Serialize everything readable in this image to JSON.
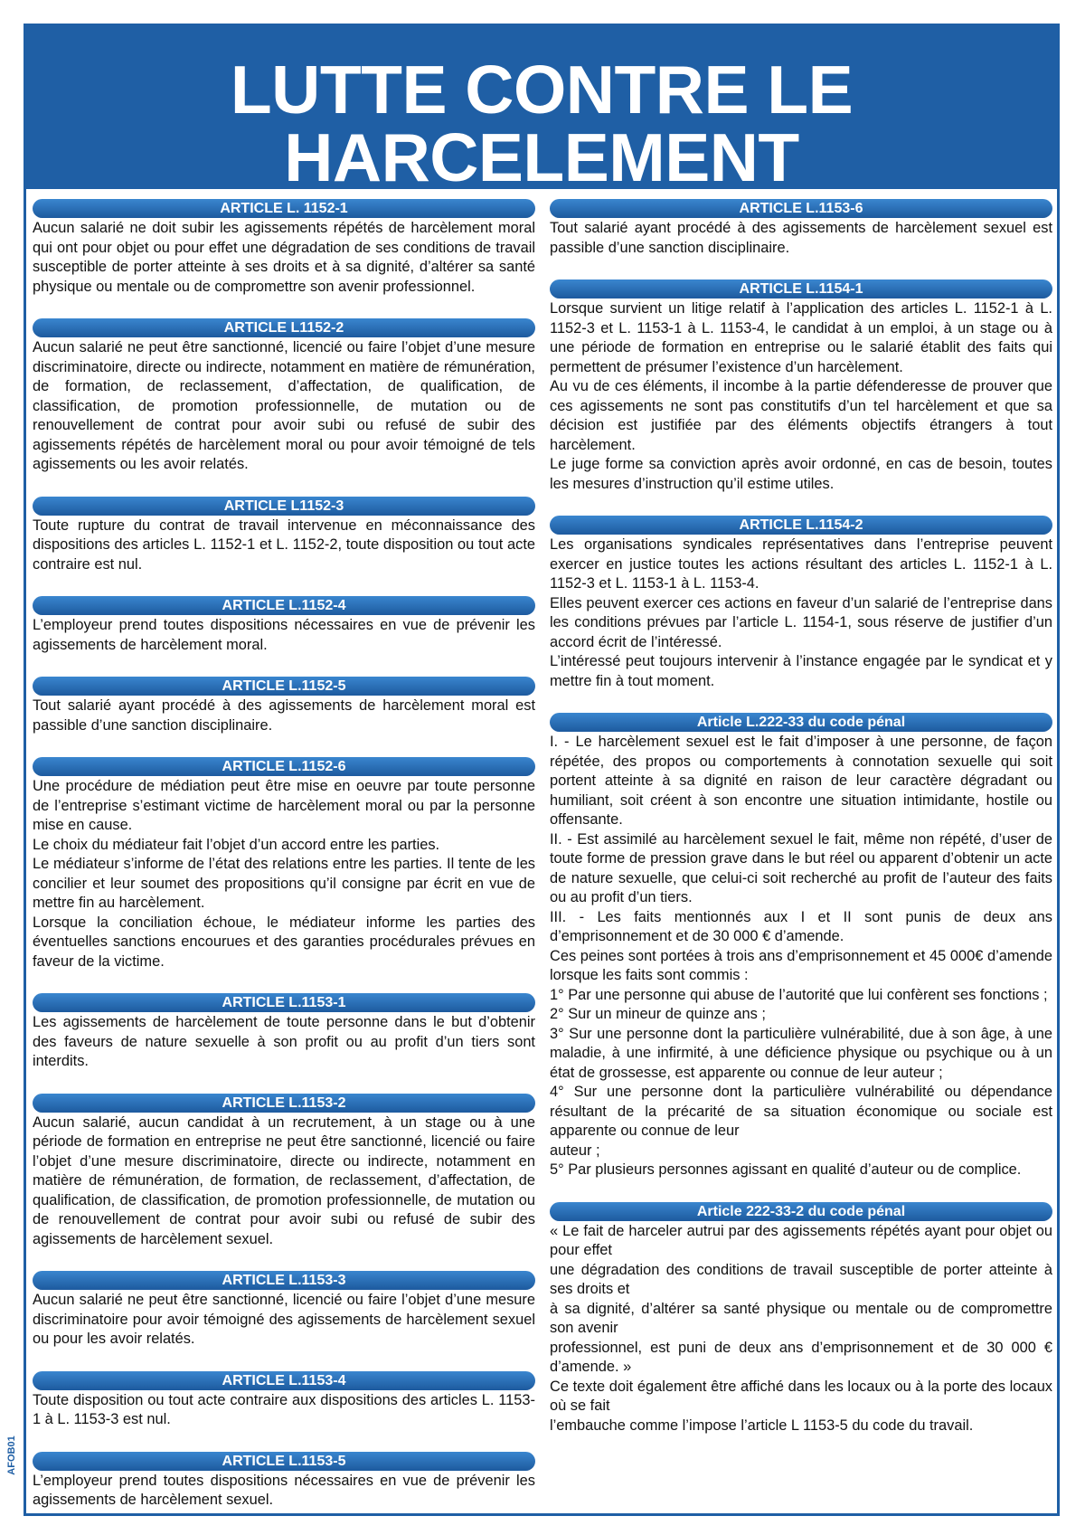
{
  "header": {
    "title": "LUTTE CONTRE LE HARCELEMENT",
    "subtitle": "ARTICLES L 1152-1 À L 1154-2 DU CODE DU TRAVAIL"
  },
  "left": [
    {
      "title": "ARTICLE L. 1152-1",
      "paragraphs": [
        "Aucun salarié ne doit subir les agissements répétés de harcèlement moral qui ont pour objet ou pour effet une dégradation de ses conditions de travail susceptible de porter atteinte à ses droits et à sa dignité, d’altérer sa santé physique ou mentale ou de compromettre son avenir professionnel."
      ]
    },
    {
      "title": "ARTICLE L1152-2",
      "paragraphs": [
        "Aucun salarié ne peut être sanctionné, licencié ou faire l’objet d’une mesure discriminatoire, directe ou indirecte, notamment en matière de rémunération, de formation, de reclassement, d’affectation, de qualification, de classification, de promotion professionnelle, de mutation ou de renouvellement de contrat pour avoir subi ou refusé de subir des agissements répétés de harcèlement moral ou pour avoir témoigné de tels agissements ou les avoir relatés."
      ]
    },
    {
      "title": "ARTICLE L1152-3",
      "paragraphs": [
        "Toute rupture du contrat de travail intervenue en méconnaissance des dispositions des articles L. 1152-1 et L. 1152-2, toute disposition ou tout acte contraire est nul."
      ]
    },
    {
      "title": "ARTICLE L.1152-4",
      "paragraphs": [
        "L’employeur prend toutes dispositions nécessaires en vue de prévenir les agissements de harcèlement moral."
      ]
    },
    {
      "title": "ARTICLE L.1152-5",
      "paragraphs": [
        "Tout salarié ayant procédé à des agissements de harcèlement moral est passible d’une sanction disciplinaire."
      ]
    },
    {
      "title": "ARTICLE L.1152-6",
      "paragraphs": [
        "Une procédure de médiation peut être mise en oeuvre par toute personne de l’entreprise s’estimant victime de harcèlement moral ou par la personne mise en cause.",
        "Le choix du médiateur fait l’objet d’un accord entre les parties.",
        "Le médiateur s’informe de l’état des relations entre les parties. Il tente de les concilier et leur soumet des propositions qu’il consigne par écrit en vue de mettre fin au harcèlement.",
        "Lorsque la conciliation échoue, le médiateur informe les parties des éventuelles sanctions encourues et des garanties procédurales prévues en faveur de la victime."
      ]
    },
    {
      "title": "ARTICLE L.1153-1",
      "paragraphs": [
        "Les agissements de harcèlement de toute personne dans le but d’obtenir des faveurs de nature sexuelle à son profit ou au profit d’un tiers sont interdits."
      ]
    },
    {
      "title": "ARTICLE L.1153-2",
      "paragraphs": [
        "Aucun salarié, aucun candidat à un recrutement, à un stage ou à une période de formation en entreprise ne peut être sanctionné, licencié ou faire l’objet d’une mesure discriminatoire, directe ou indirecte, notamment en matière de rémunération, de formation, de reclassement, d’affectation, de qualification, de classification, de promotion professionnelle, de mutation ou de renouvellement de contrat pour avoir subi ou refusé de subir des agissements de harcèlement sexuel."
      ]
    },
    {
      "title": "ARTICLE L.1153-3",
      "paragraphs": [
        "Aucun salarié ne peut être sanctionné, licencié ou faire l’objet d’une mesure discriminatoire pour avoir témoigné des agissements de harcèlement sexuel ou pour les avoir relatés."
      ]
    },
    {
      "title": "ARTICLE L.1153-4",
      "paragraphs": [
        "Toute disposition ou tout acte contraire aux dispositions des articles L. 1153-1 à L. 1153-3 est nul."
      ]
    },
    {
      "title": "ARTICLE L.1153-5",
      "paragraphs": [
        "L’employeur prend toutes dispositions nécessaires en vue de prévenir les agissements de harcèlement sexuel."
      ]
    }
  ],
  "right": [
    {
      "title": "ARTICLE L.1153-6",
      "paragraphs": [
        "Tout salarié ayant procédé à des agissements de harcèlement sexuel est passible d’une sanction disciplinaire."
      ]
    },
    {
      "title": "ARTICLE L.1154-1",
      "paragraphs": [
        "Lorsque survient un litige relatif à l’application des articles L. 1152-1 à L. 1152-3 et L. 1153-1 à L. 1153-4, le candidat à un emploi, à un stage ou à une période de formation en entreprise ou le salarié établit des faits qui permettent de présumer l’existence d’un harcèlement.",
        "Au vu de ces éléments, il incombe à la partie défenderesse de prouver que ces agissements ne sont pas constitutifs d’un tel harcèlement et que sa décision est justifiée par des éléments objectifs étrangers à tout harcèlement.",
        "Le juge forme sa conviction après avoir ordonné, en cas de besoin, toutes les mesures d’instruction qu’il estime utiles."
      ]
    },
    {
      "title": "ARTICLE L.1154-2",
      "paragraphs": [
        "Les organisations syndicales représentatives dans l’entreprise peuvent exercer en justice toutes les actions résultant des articles L. 1152-1 à L. 1152-3 et L. 1153-1 à L. 1153-4.",
        "Elles peuvent exercer ces actions en faveur d’un salarié de l’entreprise dans les conditions prévues par l’article L. 1154-1, sous réserve de justifier d’un accord écrit de l’intéressé.",
        "L’intéressé peut toujours intervenir à l’instance engagée par le syndicat et y mettre fin à tout moment."
      ]
    },
    {
      "title": "Article L.222-33 du code pénal",
      "paragraphs": [
        "I. - Le harcèlement sexuel est le fait d’imposer à une personne, de façon répétée, des propos ou comportements à connotation sexuelle qui soit portent atteinte à sa dignité en raison de leur caractère dégradant ou humiliant, soit créent à son encontre une situation intimidante, hostile ou offensante.",
        "II. - Est assimilé au harcèlement sexuel le fait, même non répété, d’user de toute forme de pression grave dans le but réel ou apparent d’obtenir un acte de nature sexuelle, que celui-ci soit recherché au profit de l’auteur des faits ou au profit d’un tiers.",
        "III. - Les faits mentionnés aux I et II sont punis de deux ans d’emprisonnement et de 30 000 € d’amende.",
        "Ces peines sont portées à trois ans d’emprisonnement et 45 000€ d’amende lorsque les faits sont commis :",
        "1° Par une personne qui abuse de l’autorité que lui confèrent ses fonctions ;",
        "2° Sur un mineur de quinze ans ;",
        "3° Sur une personne dont la particulière vulnérabilité, due à son âge, à une maladie, à une infirmité, à une déficience physique ou psychique ou à un état de grossesse, est apparente ou connue de leur auteur ;",
        "4° Sur une personne dont la particulière vulnérabilité ou dépendance résultant de la précarité de sa situation économique ou sociale est apparente ou connue de leur",
        "auteur ;",
        "5° Par plusieurs personnes agissant en qualité d’auteur ou de complice."
      ]
    },
    {
      "title": "Article 222-33-2 du code pénal",
      "paragraphs": [
        "« Le fait de harceler autrui par des agissements répétés ayant pour objet ou pour effet",
        "une dégradation des conditions de travail susceptible de porter atteinte à ses droits et",
        "à sa dignité, d’altérer sa santé physique ou mentale ou de compromettre son avenir",
        "professionnel, est puni de deux ans d’emprisonnement et de 30 000 € d’amende. »",
        "Ce texte doit également être affiché dans les locaux ou à la porte des locaux où se fait",
        "l’embauche comme l’impose l’article L 1153-5 du code du travail."
      ]
    }
  ],
  "product_code": "AFOB01"
}
